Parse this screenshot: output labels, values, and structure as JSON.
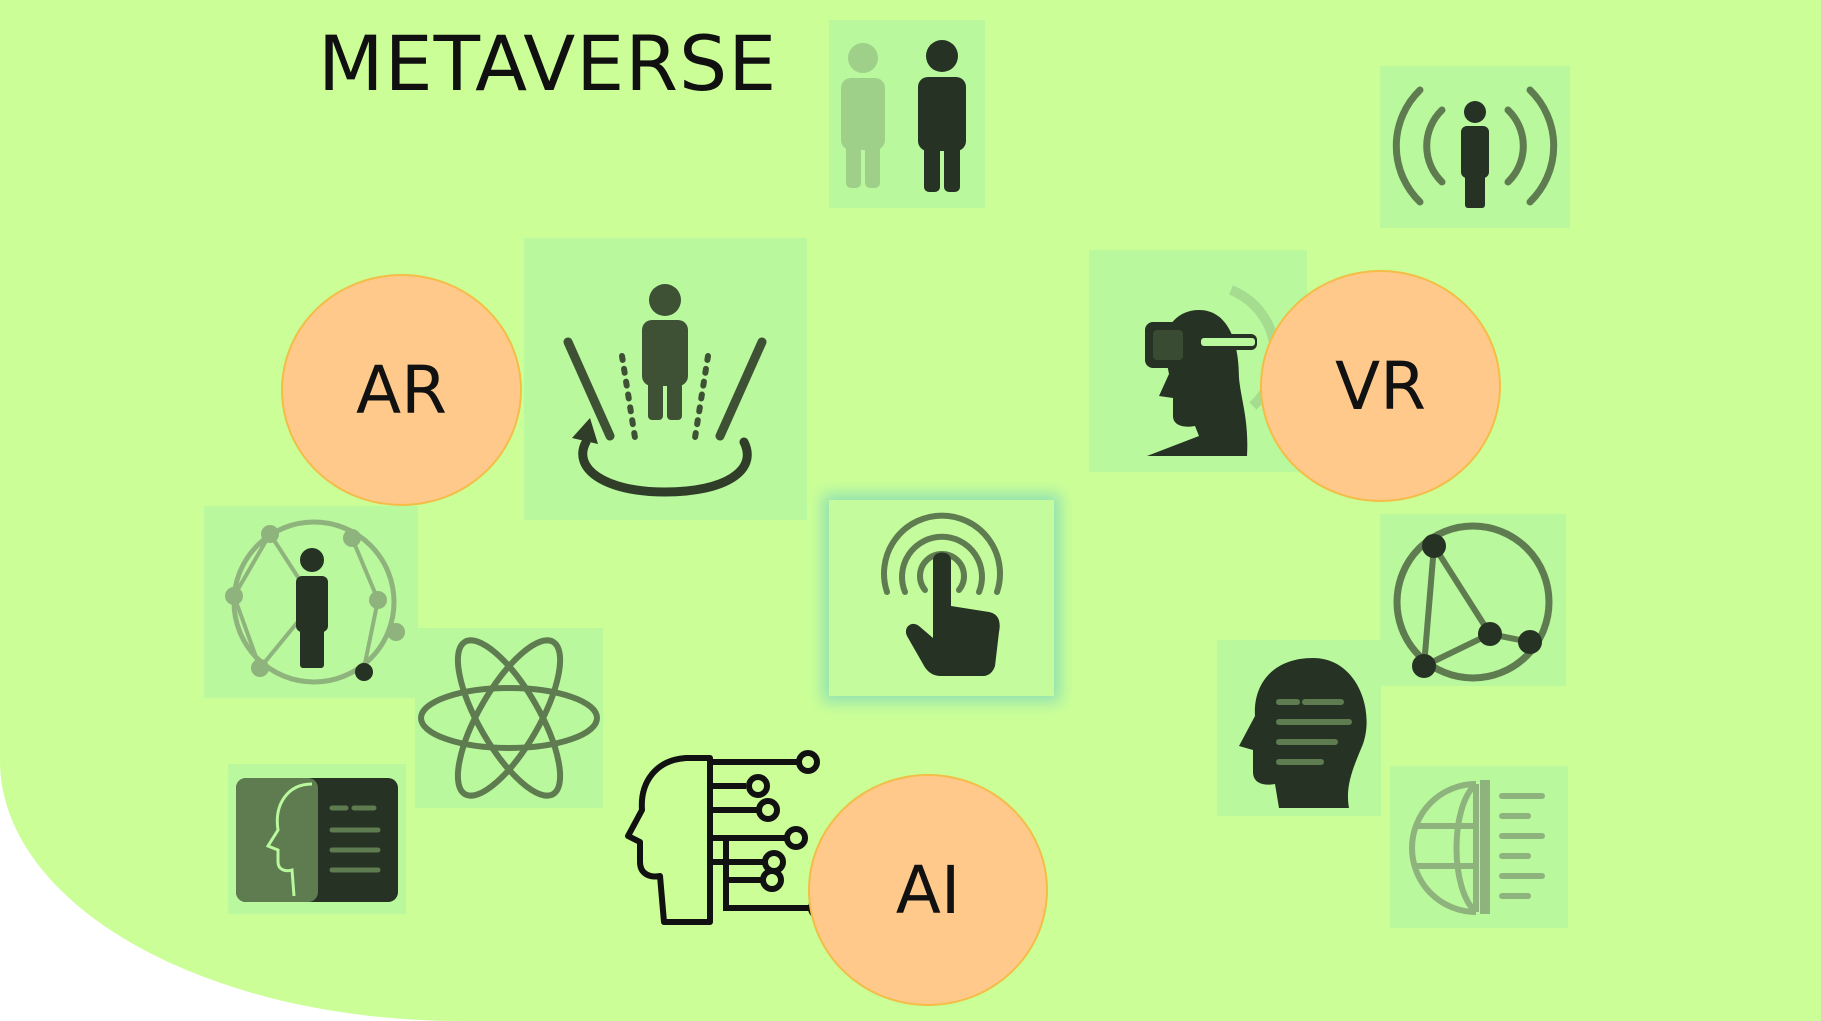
{
  "title": "METAVERSE",
  "labels": {
    "ar": "AR",
    "vr": "VR",
    "ai": "AI"
  },
  "colors": {
    "background": "#cbfe97",
    "tile": "#b9f89d",
    "bubble": "#fec98b",
    "bubble_border": "#f4bd47",
    "icon_dark": "#2c3a27",
    "icon_mid": "#5f7b50",
    "icon_faded": "#8fb37d"
  },
  "icons": [
    "two-people-icon",
    "person-broadcast-icon",
    "person-hologram-icon",
    "vr-headset-head-icon",
    "touch-tap-icon",
    "person-network-icon",
    "atom-icon",
    "face-document-icon",
    "ai-circuit-head-icon",
    "network-triangle-icon",
    "speaking-head-icon",
    "globe-document-icon"
  ]
}
